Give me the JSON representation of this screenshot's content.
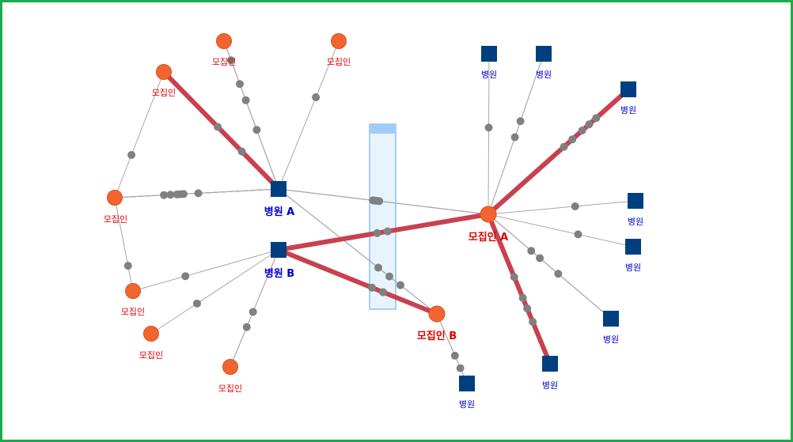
{
  "colors": {
    "recruiter_fill": "#f2652e",
    "recruiter_stroke": "#d9501e",
    "hospital_fill": "#003f7f",
    "edge": "#a8a8a8",
    "highlight": "#c9404f",
    "mid_node": "#808080",
    "recruiter_label": "#e00000",
    "hospital_label": "#0000cc",
    "focus_fill": "#e8f4fd",
    "focus_stroke": "#90bfee",
    "focus_header": "#a0ccf8",
    "border": "#1aab4b"
  },
  "labels": {
    "hospital_a": "병원 A",
    "hospital_b": "병원 B",
    "recruiter_a": "모집인 A",
    "recruiter_b": "모집인 B",
    "recruiter": "모집인",
    "hospital": "병원"
  }
}
